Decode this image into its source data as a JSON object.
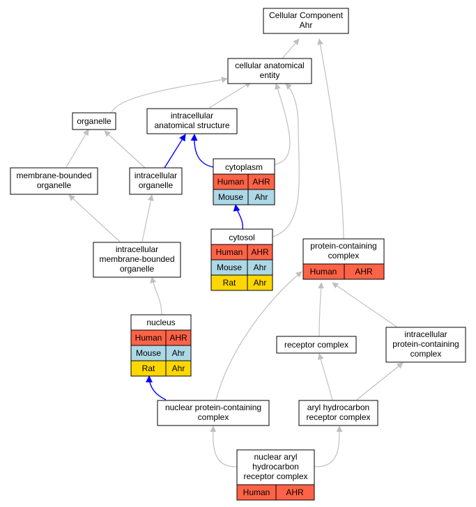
{
  "colors": {
    "human": "#ff6347",
    "mouse": "#add8e6",
    "rat": "#ffd700",
    "edge_default": "#c0c0c0",
    "edge_blue": "#0000ff"
  },
  "nodes": {
    "root": {
      "line1": "Cellular Component",
      "line2": "Ahr"
    },
    "cae": {
      "line1": "cellular anatomical",
      "line2": "entity"
    },
    "organelle": {
      "line1": "organelle"
    },
    "ias": {
      "line1": "intracellular",
      "line2": "anatomical structure"
    },
    "mbo": {
      "line1": "membrane-bounded",
      "line2": "organelle"
    },
    "io": {
      "line1": "intracellular",
      "line2": "organelle"
    },
    "imbo": {
      "line1": "intracellular",
      "line2": "membrane-bounded",
      "line3": "organelle"
    },
    "cytoplasm": {
      "title": "cytoplasm",
      "rows": [
        {
          "species": "Human",
          "gene": "AHR"
        },
        {
          "species": "Mouse",
          "gene": "Ahr"
        }
      ]
    },
    "cytosol": {
      "title": "cytosol",
      "rows": [
        {
          "species": "Human",
          "gene": "AHR"
        },
        {
          "species": "Mouse",
          "gene": "Ahr"
        },
        {
          "species": "Rat",
          "gene": "Ahr"
        }
      ]
    },
    "nucleus": {
      "title": "nucleus",
      "rows": [
        {
          "species": "Human",
          "gene": "AHR"
        },
        {
          "species": "Mouse",
          "gene": "Ahr"
        },
        {
          "species": "Rat",
          "gene": "Ahr"
        }
      ]
    },
    "pcc": {
      "line1": "protein-containing",
      "line2": "complex",
      "rows": [
        {
          "species": "Human",
          "gene": "AHR"
        }
      ]
    },
    "rc": {
      "line1": "receptor complex"
    },
    "ipcc": {
      "line1": "intracellular",
      "line2": "protein-containing",
      "line3": "complex"
    },
    "npcc": {
      "line1": "nuclear protein-containing",
      "line2": "complex"
    },
    "ahrc": {
      "line1": "aryl hydrocarbon",
      "line2": "receptor complex"
    },
    "nahrc": {
      "line1": "nuclear aryl",
      "line2": "hydrocarbon",
      "line3": "receptor complex",
      "rows": [
        {
          "species": "Human",
          "gene": "AHR"
        }
      ]
    }
  }
}
